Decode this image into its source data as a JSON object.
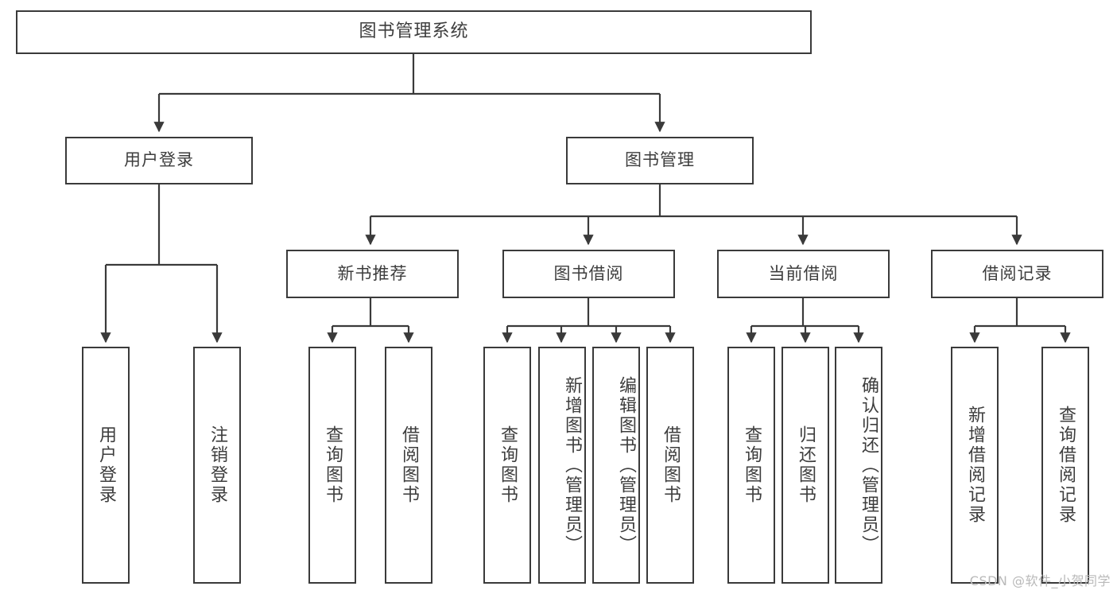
{
  "diagram": {
    "title": "图书管理系统",
    "type": "hierarchy-tree",
    "root": {
      "label": "图书管理系统"
    },
    "level2": [
      {
        "label": "用户登录"
      },
      {
        "label": "图书管理"
      }
    ],
    "level3": [
      {
        "label": "新书推荐"
      },
      {
        "label": "图书借阅"
      },
      {
        "label": "当前借阅"
      },
      {
        "label": "借阅记录"
      }
    ],
    "leaves": {
      "user_login": [
        {
          "label": "用户登录"
        },
        {
          "label": "注销登录"
        }
      ],
      "new_book_recommend": [
        {
          "label": "查询图书"
        },
        {
          "label": "借阅图书"
        }
      ],
      "book_borrow": [
        {
          "label": "查询图书"
        },
        {
          "label": "新增图书（管理员）"
        },
        {
          "label": "编辑图书（管理员）"
        },
        {
          "label": "借阅图书"
        }
      ],
      "current_borrow": [
        {
          "label": "查询图书"
        },
        {
          "label": "归还图书"
        },
        {
          "label": "确认归还（管理员）"
        }
      ],
      "borrow_record": [
        {
          "label": "新增借阅记录"
        },
        {
          "label": "查询借阅记录"
        }
      ]
    }
  },
  "watermark": {
    "text": "CSDN @软件_小贺同学"
  },
  "colors": {
    "border": "#3a3a3a",
    "text": "#3d3d3d",
    "background": "#ffffff",
    "watermark": "#b9b9b9"
  }
}
